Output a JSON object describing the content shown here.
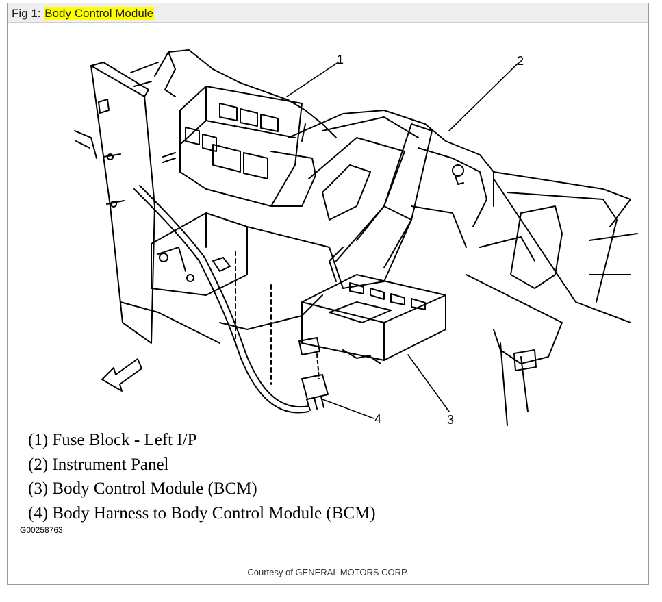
{
  "header": {
    "prefix": "Fig 1:",
    "title": "Body Control Module",
    "highlight_color": "#ffff00"
  },
  "callouts": [
    "1",
    "2",
    "3",
    "4"
  ],
  "legend": [
    "(1) Fuse Block - Left I/P",
    "(2) Instrument Panel",
    "(3) Body Control Module (BCM)",
    "(4) Body Harness to Body Control Module (BCM)"
  ],
  "figure_code": "G00258763",
  "courtesy": "Courtesy of GENERAL MOTORS CORP."
}
